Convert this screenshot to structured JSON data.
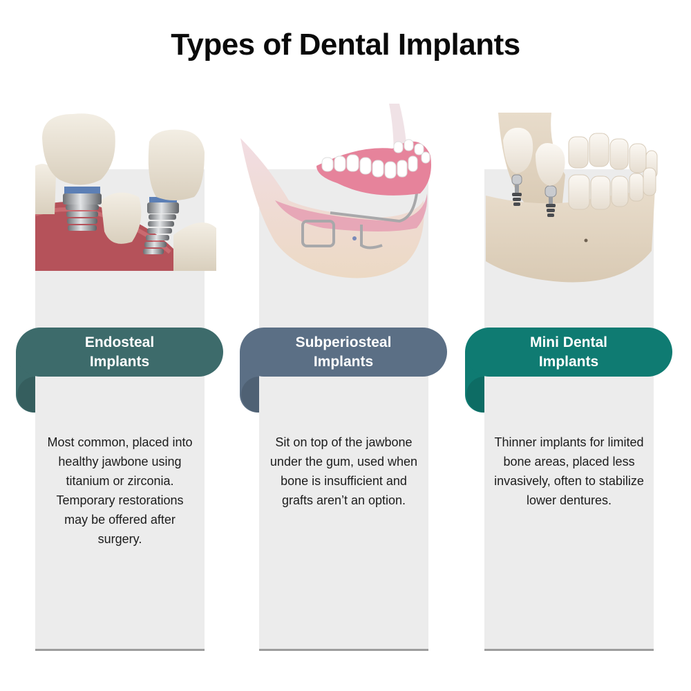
{
  "title": "Types of Dental Implants",
  "colors": {
    "endosteal_ribbon": "#3d6b6b",
    "subperiosteal_ribbon": "#5b6f85",
    "mini_ribbon": "#0f7b72",
    "card_background": "#ececec",
    "card_border": "#9c9c9c"
  },
  "cards": [
    {
      "illustration": "endosteal-implant-illustration",
      "label_line1": "Endosteal",
      "label_line2": "Implants",
      "description": "Most common, placed into healthy jawbone using titanium or zirconia. Temporary restorations may be offered after surgery."
    },
    {
      "illustration": "subperiosteal-implant-illustration",
      "label_line1": "Subperiosteal",
      "label_line2": "Implants",
      "description": "Sit on top of the jawbone under the gum, used when bone is insufficient and grafts aren’t an option."
    },
    {
      "illustration": "mini-dental-implant-illustration",
      "label_line1": "Mini Dental",
      "label_line2": "Implants",
      "description": "Thinner implants for limited bone areas, placed less invasively, often to stabilize lower dentures."
    }
  ]
}
